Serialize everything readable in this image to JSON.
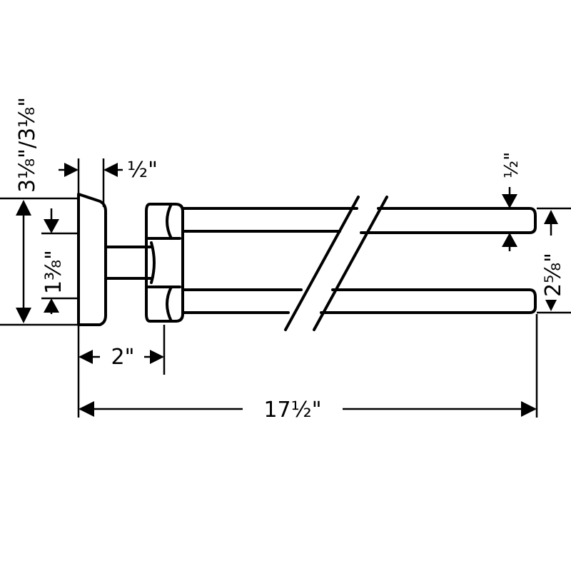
{
  "diagram": {
    "dimensions": {
      "wall_plate_height": "3⅛\"/3⅛\"",
      "wall_plate_depth": "½\"",
      "arm_spacing_at_mount": "1⅜\"",
      "bar_diameter": "½\"",
      "bar_spacing": "2⅝\"",
      "projection_to_hinge": "2\"",
      "overall_length": "17½\""
    }
  }
}
